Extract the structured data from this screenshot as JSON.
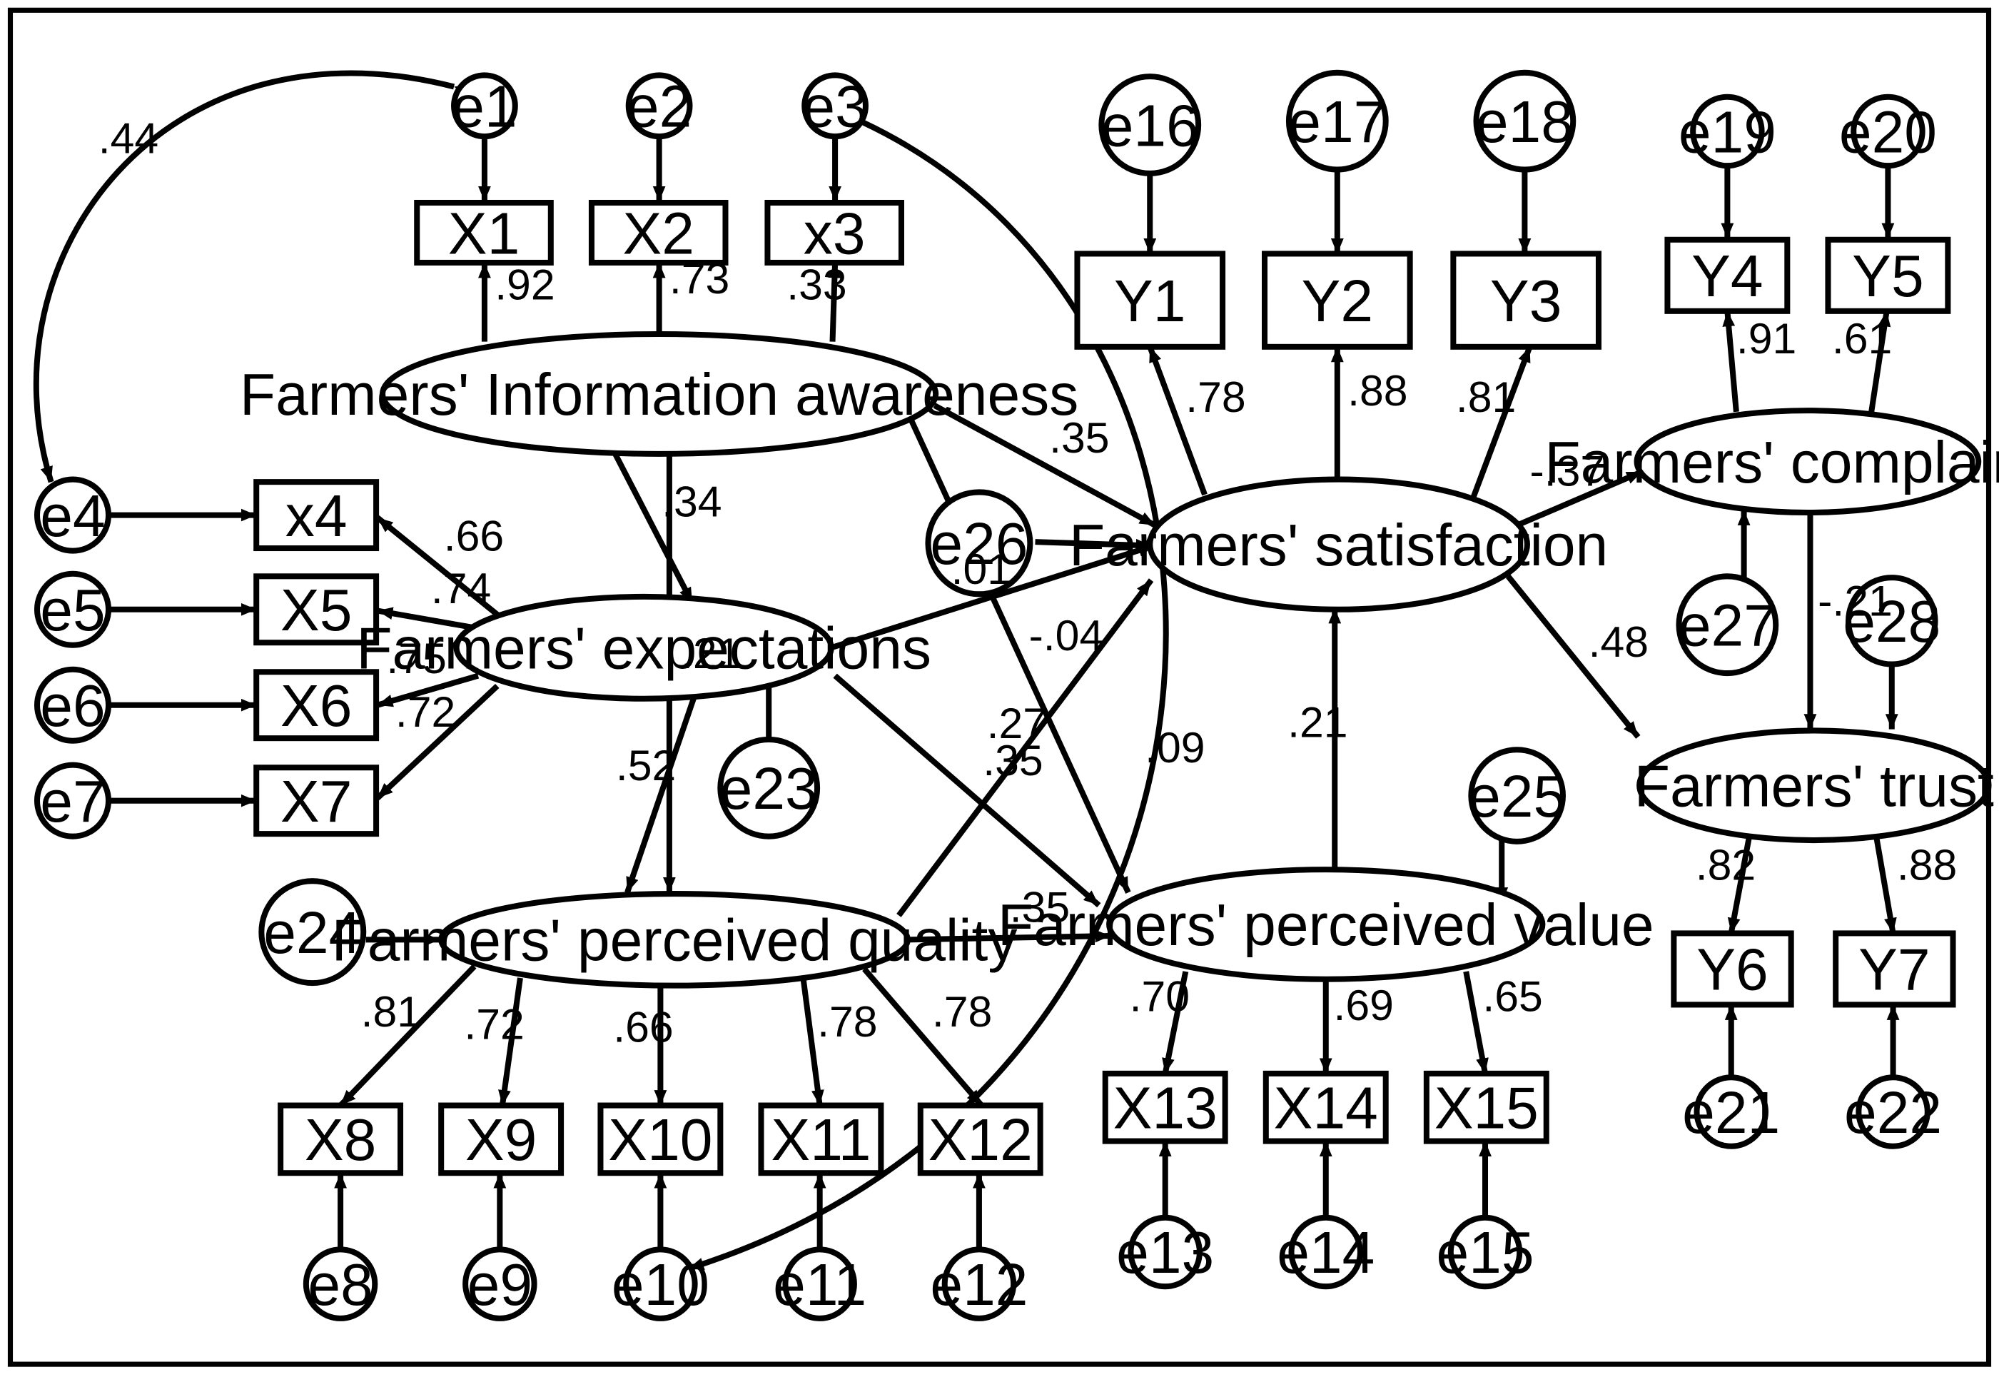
{
  "diagram": {
    "latents": {
      "info": "Farmers' Information awareness",
      "exp": "Farmers' expectations",
      "pq": "Farmers' perceived quality",
      "pv": "Farmers' perceived value",
      "sat": "Farmers' satisfaction",
      "comp": "Farmers' complaints",
      "trust": "Farmers' trust"
    },
    "indicators": {
      "X1": "X1",
      "X2": "X2",
      "x3": "x3",
      "x4": "x4",
      "X5": "X5",
      "X6": "X6",
      "X7": "X7",
      "X8": "X8",
      "X9": "X9",
      "X10": "X10",
      "X11": "X11",
      "X12": "X12",
      "X13": "X13",
      "X14": "X14",
      "X15": "X15",
      "Y1": "Y1",
      "Y2": "Y2",
      "Y3": "Y3",
      "Y4": "Y4",
      "Y5": "Y5",
      "Y6": "Y6",
      "Y7": "Y7"
    },
    "errors": {
      "e1": "e1",
      "e2": "e2",
      "e3": "e3",
      "e4": "e4",
      "e5": "e5",
      "e6": "e6",
      "e7": "e7",
      "e8": "e8",
      "e9": "e9",
      "e10": "e10",
      "e11": "e11",
      "e12": "e12",
      "e13": "e13",
      "e14": "e14",
      "e15": "e15",
      "e16": "e16",
      "e17": "e17",
      "e18": "e18",
      "e19": "e19",
      "e20": "e20",
      "e21": "e21",
      "e22": "e22",
      "e23": "e23",
      "e24": "e24",
      "e25": "e25",
      "e26": "e26",
      "e27": "e27",
      "e28": "e28"
    },
    "coefficients": {
      "cov_e1_e4": ".44",
      "info_X1": ".92",
      "info_X2": ".73",
      "info_x3": ".33",
      "exp_x4": ".66",
      "exp_X5": ".74",
      "exp_X6": ".75",
      "exp_X7": ".72",
      "pq_X8": ".81",
      "pq_X9": ".72",
      "pq_X10": ".66",
      "pq_X11": ".78",
      "pq_X12": ".78",
      "pv_X13": ".70",
      "pv_X14": ".69",
      "pv_X15": ".65",
      "sat_Y1": ".78",
      "sat_Y2": ".88",
      "sat_Y3": ".81",
      "comp_Y4": ".91",
      "comp_Y5": ".61",
      "trust_Y6": ".82",
      "trust_Y7": ".88",
      "info_sat": ".35",
      "info_pq": ".34",
      "info_exp": ".01",
      "info_pv": "-.04",
      "exp_sat": ".21",
      "exp_pq": ".52",
      "exp_pv": ".35",
      "pq_sat": ".27",
      "pq_pv": ".35",
      "pv_sat": ".21",
      "cov_e3_e10": ".09",
      "sat_comp": "-.37",
      "sat_trust": ".48",
      "comp_trust": "-.21"
    }
  }
}
